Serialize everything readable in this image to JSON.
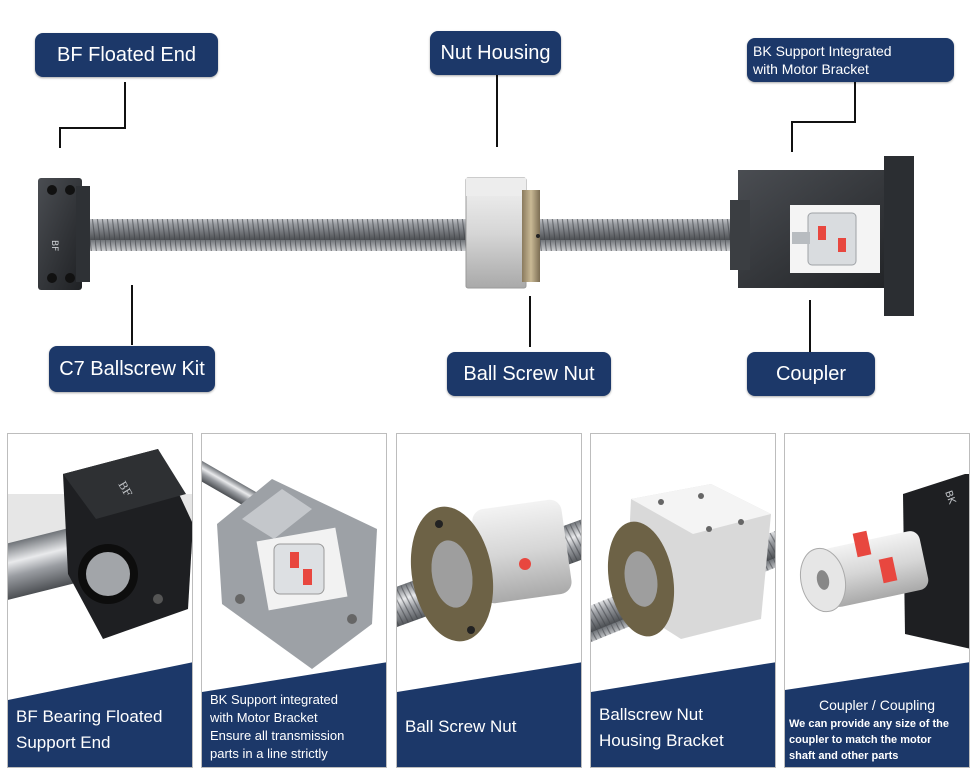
{
  "diagram_labels": {
    "bf_floated_end": "BF Floated End",
    "nut_housing": "Nut Housing",
    "bk_support_line1": "BK Support Integrated",
    "bk_support_line2": "with Motor Bracket",
    "c7_ballscrew_kit": "C7 Ballscrew Kit",
    "ball_screw_nut": "Ball Screw Nut",
    "coupler": "Coupler"
  },
  "component_cards": [
    {
      "lines": [
        "BF Bearing Floated",
        "Support End"
      ]
    },
    {
      "lines": [
        "BK Support integrated",
        "with Motor Bracket",
        "Ensure all transmission",
        "parts in a line strictly"
      ]
    },
    {
      "lines": [
        "Ball Screw Nut"
      ]
    },
    {
      "lines": [
        "Ballscrew Nut",
        "Housing Bracket"
      ]
    },
    {
      "title": "Coupler / Coupling",
      "lines": [
        "We can provide any size of the",
        "coupler to match the motor",
        "shaft and other parts"
      ]
    }
  ],
  "part_marks": {
    "bf": "BF",
    "bk": "BK"
  },
  "colors": {
    "label_bg": "#1c3869",
    "band": "#1c3869",
    "coupler_accent": "#e8473f"
  }
}
